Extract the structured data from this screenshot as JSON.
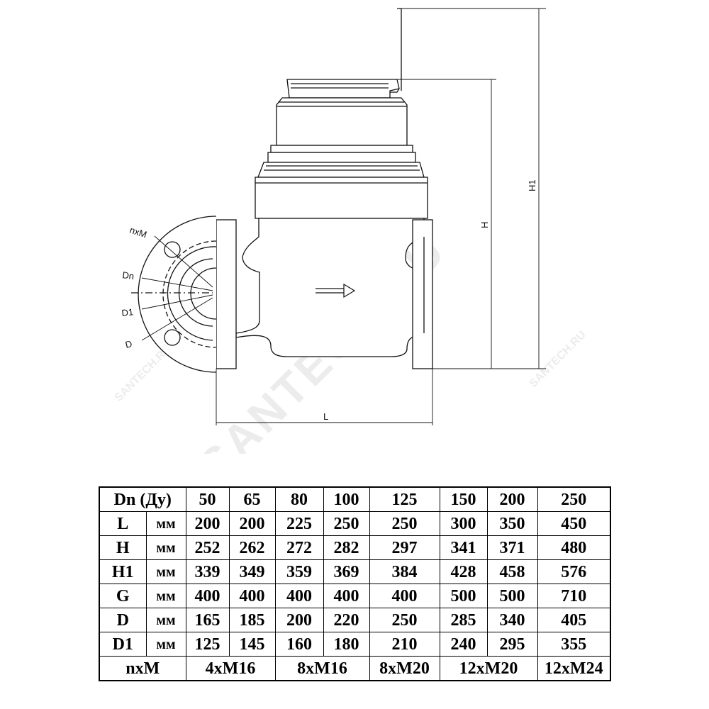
{
  "drawing": {
    "labels": {
      "nxM": "nxM",
      "Dn": "Dn",
      "D1": "D1",
      "D": "D",
      "L": "L",
      "H": "H",
      "H1": "H1"
    },
    "flow_arrow_icon": "right-arrow-icon",
    "watermark": "SANTECH.RU"
  },
  "table": {
    "header": [
      "Dn (Ду)",
      "50",
      "65",
      "80",
      "100",
      "125",
      "150",
      "200",
      "250"
    ],
    "rows": [
      {
        "param": "L",
        "unit": "мм",
        "values": [
          "200",
          "200",
          "225",
          "250",
          "250",
          "300",
          "350",
          "450"
        ]
      },
      {
        "param": "H",
        "unit": "мм",
        "values": [
          "252",
          "262",
          "272",
          "282",
          "297",
          "341",
          "371",
          "480"
        ]
      },
      {
        "param": "H1",
        "unit": "мм",
        "values": [
          "339",
          "349",
          "359",
          "369",
          "384",
          "428",
          "458",
          "576"
        ]
      },
      {
        "param": "G",
        "unit": "мм",
        "values": [
          "400",
          "400",
          "400",
          "400",
          "400",
          "500",
          "500",
          "710"
        ]
      },
      {
        "param": "D",
        "unit": "мм",
        "values": [
          "165",
          "185",
          "200",
          "220",
          "250",
          "285",
          "340",
          "405"
        ]
      },
      {
        "param": "D1",
        "unit": "мм",
        "values": [
          "125",
          "145",
          "160",
          "180",
          "210",
          "240",
          "295",
          "355"
        ]
      }
    ],
    "bolts": {
      "param": "nxM",
      "groups": [
        "4xM16",
        "8xM16",
        "8xM20",
        "12xM20",
        "12xM24"
      ]
    }
  }
}
